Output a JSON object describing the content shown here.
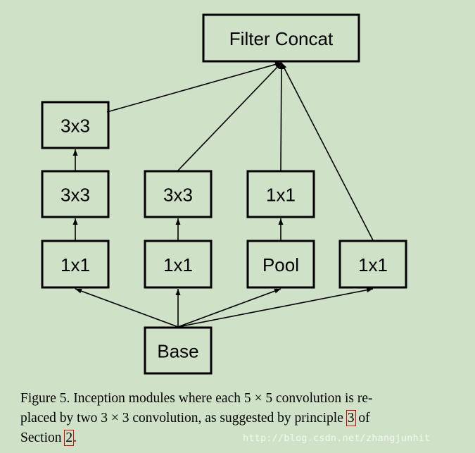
{
  "diagram": {
    "nodes": {
      "concat": "Filter Concat",
      "l1_3x3_top": "3x3",
      "l1_3x3_mid": "3x3",
      "l1_1x1": "1x1",
      "l2_3x3": "3x3",
      "l2_1x1": "1x1",
      "l3_1x1_top": "1x1",
      "l3_pool": "Pool",
      "l4_1x1": "1x1",
      "base": "Base"
    },
    "edges": [
      {
        "from": "base",
        "to": "l1_1x1"
      },
      {
        "from": "base",
        "to": "l2_1x1"
      },
      {
        "from": "base",
        "to": "l3_pool"
      },
      {
        "from": "base",
        "to": "l4_1x1"
      },
      {
        "from": "l1_1x1",
        "to": "l1_3x3_mid"
      },
      {
        "from": "l1_3x3_mid",
        "to": "l1_3x3_top"
      },
      {
        "from": "l2_1x1",
        "to": "l2_3x3"
      },
      {
        "from": "l3_pool",
        "to": "l3_1x1_top"
      },
      {
        "from": "l1_3x3_top",
        "to": "concat"
      },
      {
        "from": "l2_3x3",
        "to": "concat"
      },
      {
        "from": "l3_1x1_top",
        "to": "concat"
      },
      {
        "from": "l4_1x1",
        "to": "concat"
      }
    ]
  },
  "caption": {
    "line1": "Figure 5. Inception modules where each 5 × 5 convolution is re-",
    "line2_pre": "placed by two 3 × 3 convolution, as suggested by principle ",
    "line2_ref": "3",
    "line2_post": " of",
    "line3_pre": "Section ",
    "line3_ref": "2",
    "line3_post": "."
  },
  "watermark": "http://blog.csdn.net/zhangjunhit",
  "colors": {
    "background": "#cfe1c6",
    "stroke": "#000000",
    "reference_box": "#e00000"
  }
}
